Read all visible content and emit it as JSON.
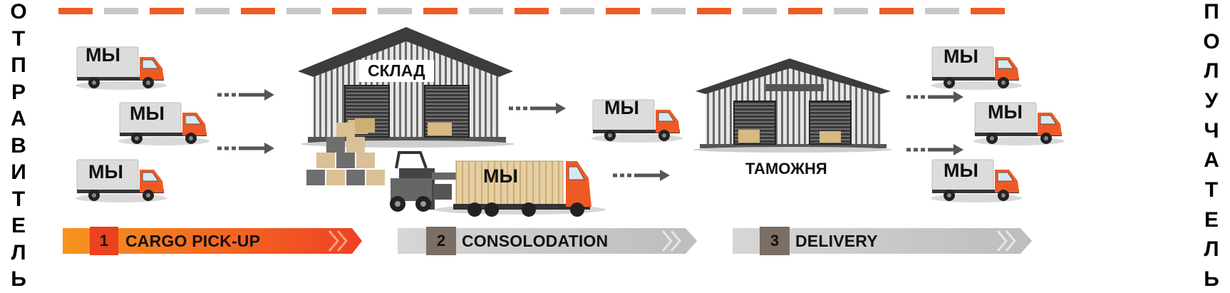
{
  "sender": "ОТПРАВИТЕЛЬ",
  "receiver": "ПОЛУЧАТЕЛЬ",
  "warehouse_label": "СКЛАД",
  "customs_label": "ТАМОЖНЯ",
  "truck_label": "МЫ",
  "stages": [
    {
      "number": "1",
      "label": "CARGO PICK-UP",
      "color": "#f15a24"
    },
    {
      "number": "2",
      "label": "CONSOLODATION",
      "color": "#bfbfbf"
    },
    {
      "number": "3",
      "label": "DELIVERY",
      "color": "#bfbfbf"
    }
  ],
  "colors": {
    "accent": "#f15a24",
    "gray": "#c8c8c8",
    "dark": "#5a5a5a"
  }
}
